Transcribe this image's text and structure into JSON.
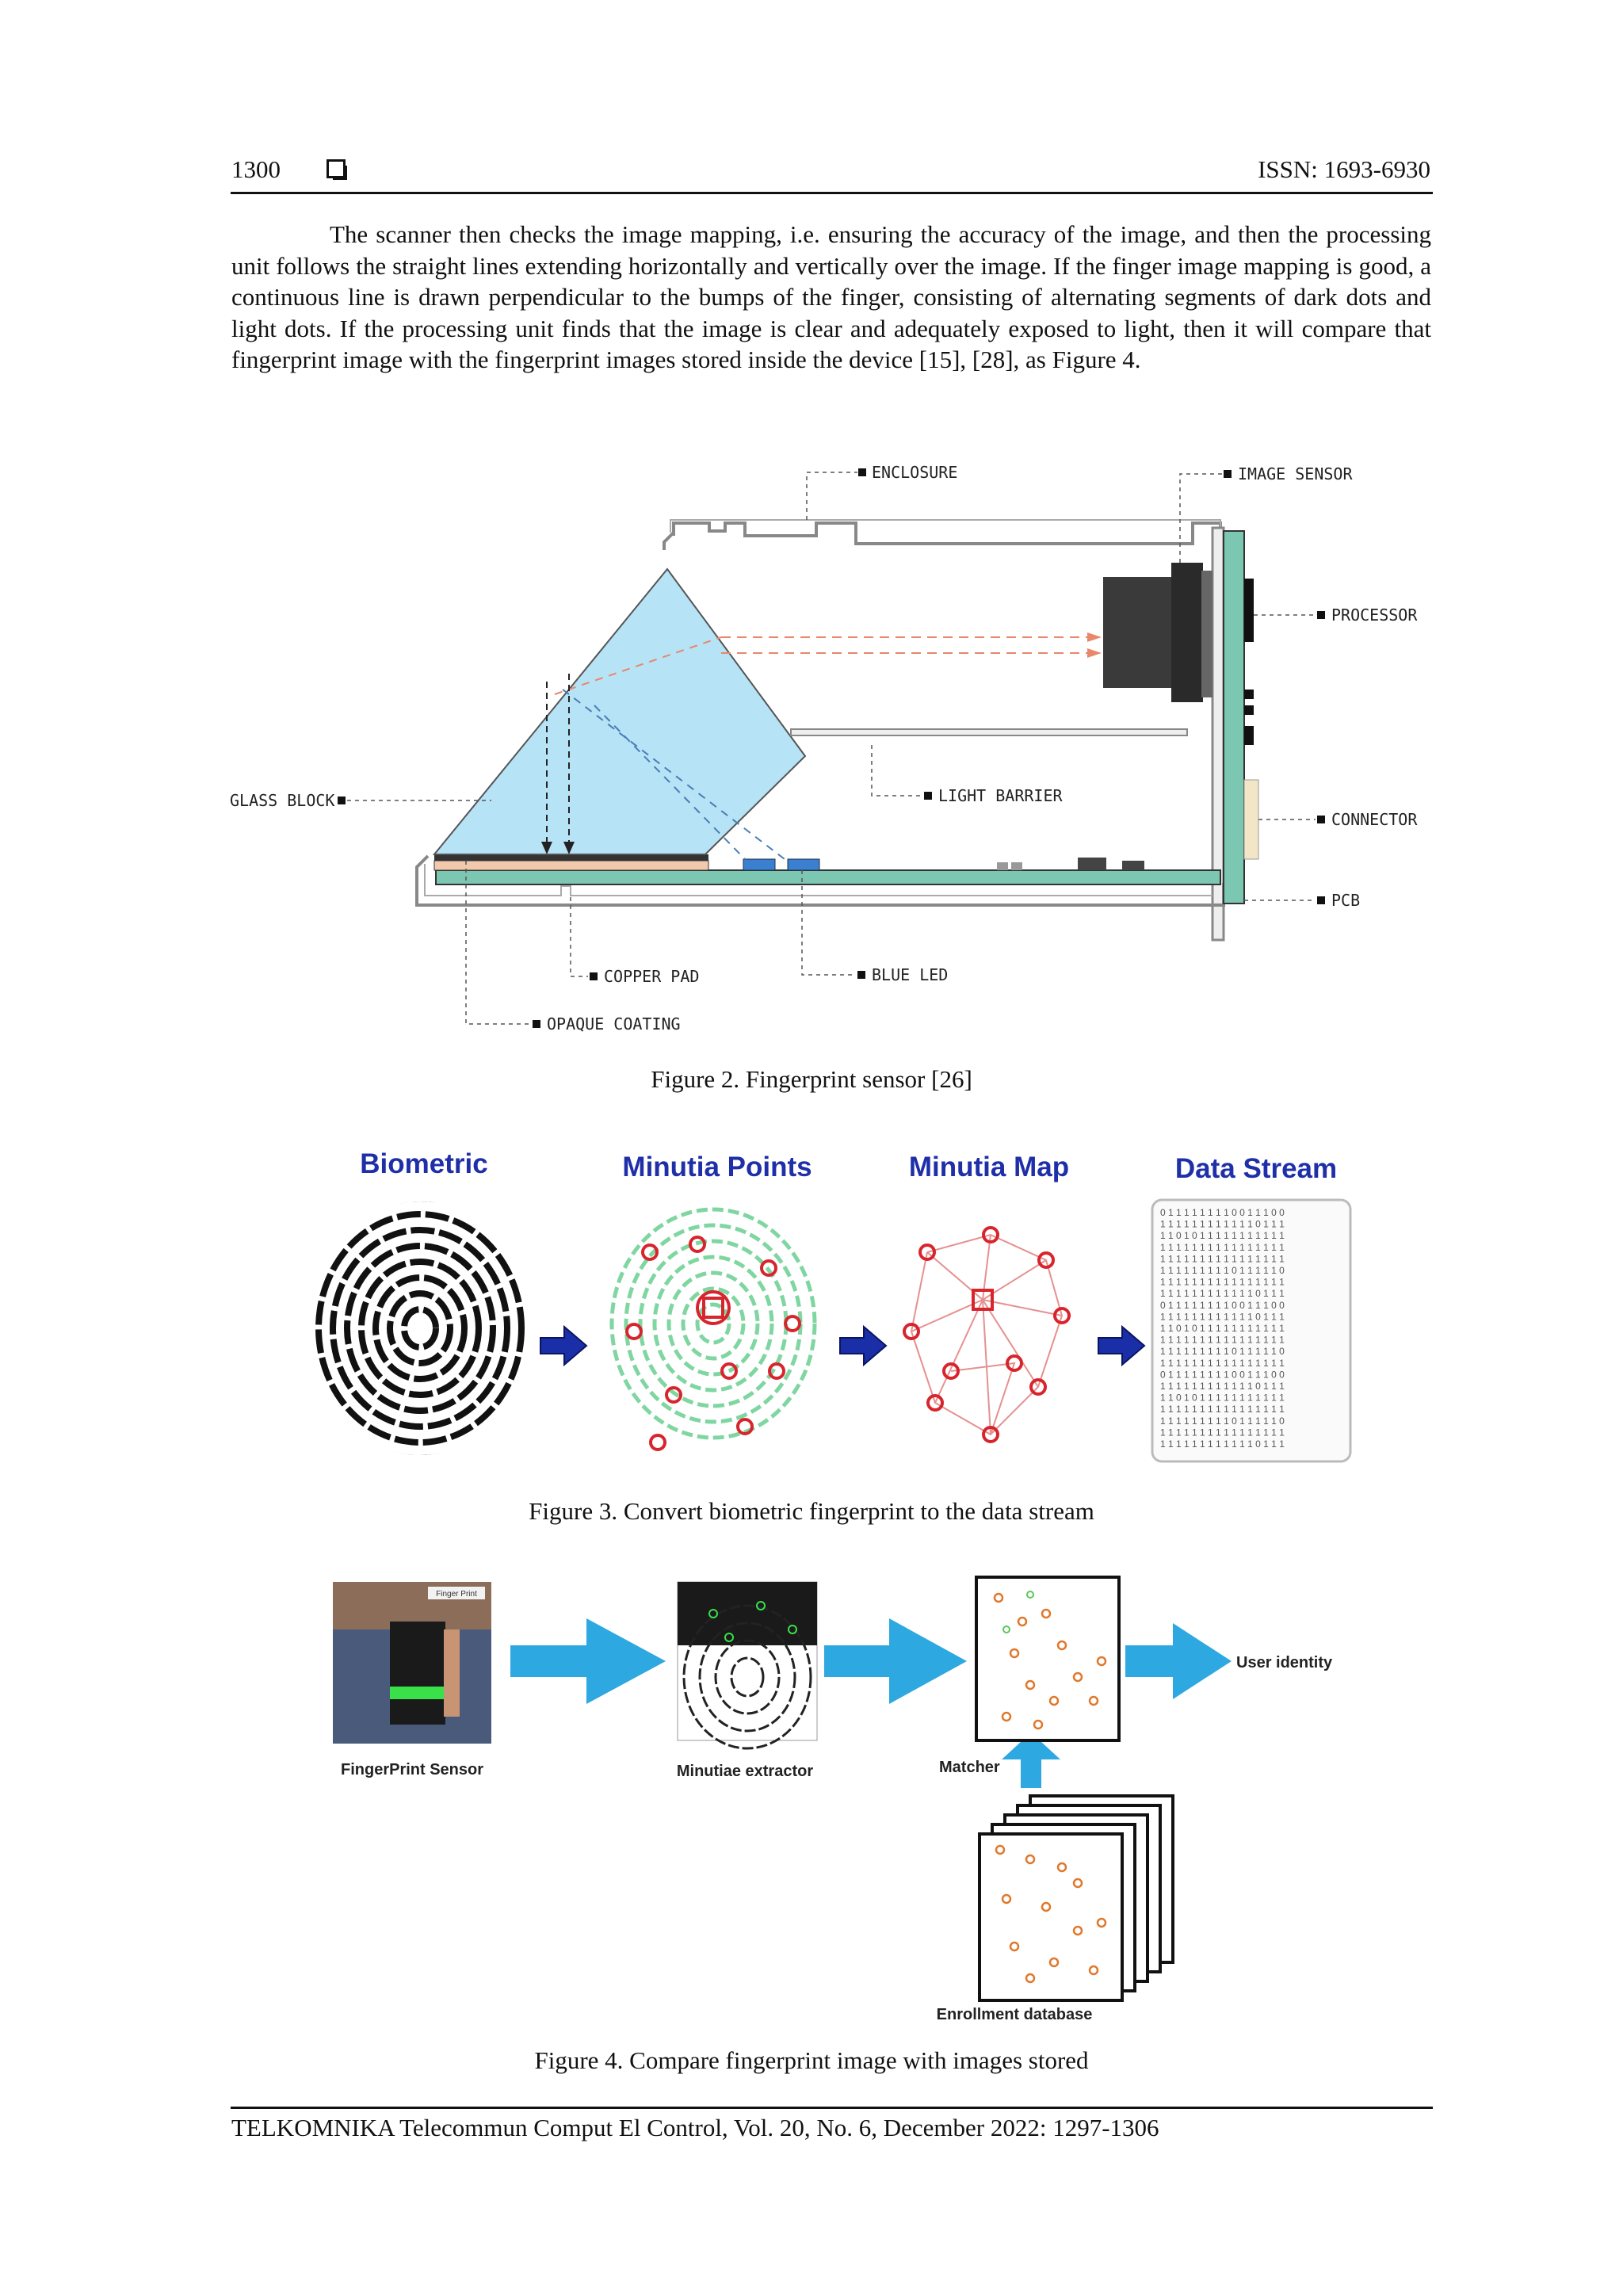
{
  "header": {
    "page_number": "1300",
    "issn": "ISSN: 1693-6930"
  },
  "body_text": "The scanner then checks the image mapping, i.e. ensuring the accuracy of the image, and then the processing unit follows the straight lines extending horizontally and vertically over the image. If the finger image mapping is good, a continuous line is drawn perpendicular to the bumps of the finger, consisting of alternating segments of dark dots and light dots. If the processing unit finds that the image is clear and adequately exposed to light, then it will compare that fingerprint image with the fingerprint images stored inside the device [15], [28], as Figure 4.",
  "figure2": {
    "caption": "Figure 2. Fingerprint sensor [26]",
    "labels": {
      "enclosure": "ENCLOSURE",
      "image_sensor": "IMAGE SENSOR",
      "processor": "PROCESSOR",
      "glass_block": "GLASS BLOCK",
      "light_barrier": "LIGHT BARRIER",
      "connector": "CONNECTOR",
      "pcb": "PCB",
      "copper_pad": "COPPER PAD",
      "blue_led": "BLUE LED",
      "opaque_coating": "OPAQUE COATING"
    }
  },
  "figure3": {
    "caption": "Figure 3. Convert biometric fingerprint to the data stream",
    "stages": [
      "Biometric",
      "Minutia Points",
      "Minutia Map",
      "Data Stream"
    ],
    "data_stream_rows": [
      "0 1 1 1 1 1 1 1 1 0 0 1 1 1 0 0",
      "1 1 1 1 1 1 1 1 1 1 1 1 0 1 1 1",
      "1 1 0 1 0 1 1 1 1 1 1 1 1 1 1 1",
      "1 1 1 1 1 1 1 1 1 1 1 1 1 1 1 1",
      "1 1 1 1 1 1 1 1 1 1 1 1 1 1 1 1",
      "1 1 1 1 1 1 1 1 1 0 1 1 1 1 1 0",
      "1 1 1 1 1 1 1 1 1 1 1 1 1 1 1 1",
      "1 1 1 1 1 1 1 1 1 1 1 1 0 1 1 1",
      "0 1 1 1 1 1 1 1 1 0 0 1 1 1 0 0",
      "1 1 1 1 1 1 1 1 1 1 1 1 0 1 1 1",
      "1 1 0 1 0 1 1 1 1 1 1 1 1 1 1 1",
      "1 1 1 1 1 1 1 1 1 1 1 1 1 1 1 1",
      "1 1 1 1 1 1 1 1 1 0 1 1 1 1 1 0",
      "1 1 1 1 1 1 1 1 1 1 1 1 1 1 1 1",
      "0 1 1 1 1 1 1 1 1 0 0 1 1 1 0 0",
      "1 1 1 1 1 1 1 1 1 1 1 1 0 1 1 1",
      "1 1 0 1 0 1 1 1 1 1 1 1 1 1 1 1",
      "1 1 1 1 1 1 1 1 1 1 1 1 1 1 1 1",
      "1 1 1 1 1 1 1 1 1 0 1 1 1 1 1 0",
      "1 1 1 1 1 1 1 1 1 1 1 1 1 1 1 1",
      "1 1 1 1 1 1 1 1 1 1 1 1 0 1 1 1"
    ]
  },
  "figure4": {
    "caption": "Figure 4. Compare fingerprint image with images stored",
    "sensor_tag": "Finger Print",
    "labels": {
      "sensor": "FingerPrint Sensor",
      "extractor": "Minutiae extractor",
      "matcher": "Matcher",
      "user_identity": "User identity",
      "database": "Enrollment database"
    }
  },
  "colors": {
    "stage_title": "#1f2fa8",
    "arrow_dark_blue": "#1a2ea8",
    "arrow_light_blue": "#2ea8e0",
    "minutia_red": "#d8242c",
    "ridge_green": "#7fd6a0"
  },
  "footer": "TELKOMNIKA Telecommun Comput El Control, Vol. 20, No. 6, December 2022: 1297-1306"
}
